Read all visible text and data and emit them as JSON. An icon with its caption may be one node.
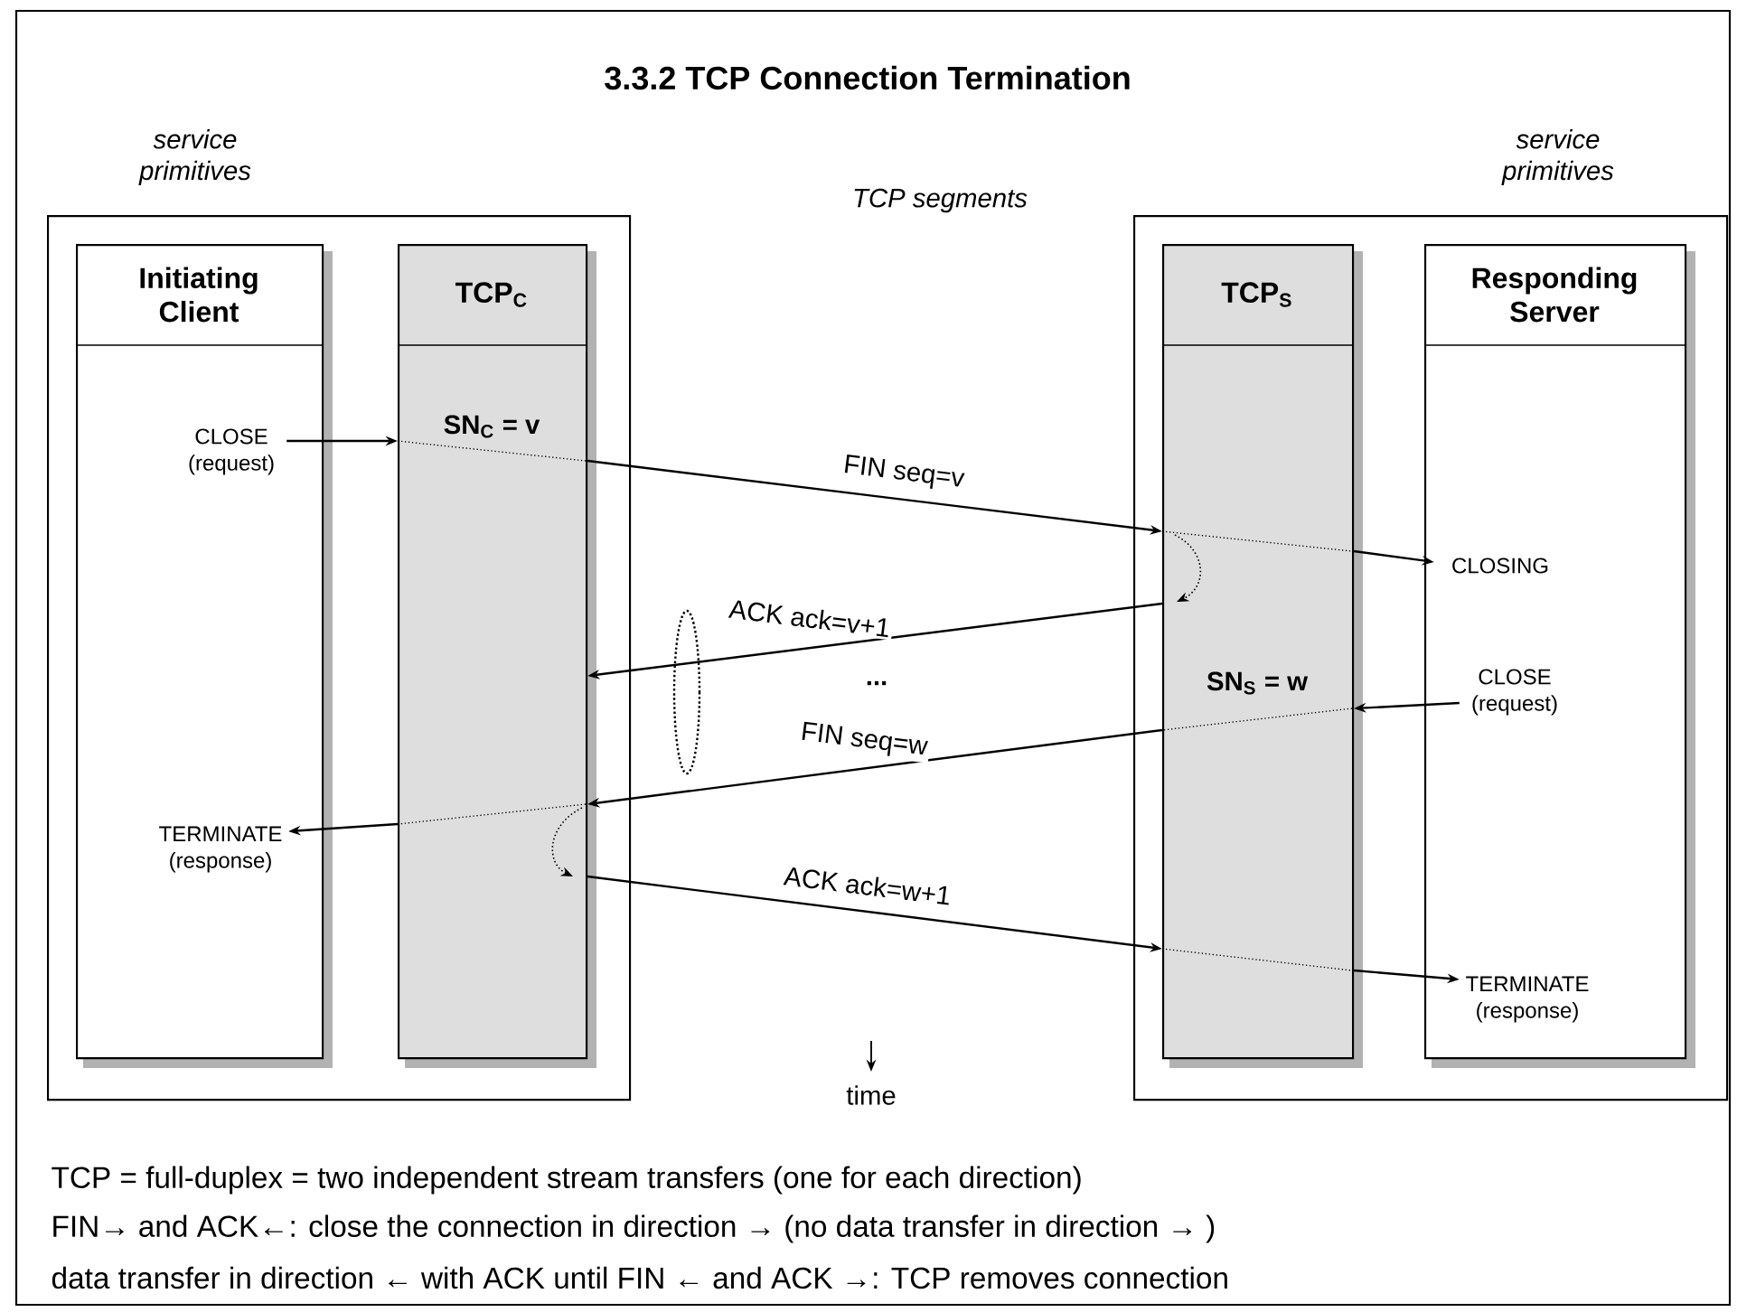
{
  "diagram": {
    "title": "3.3.2 TCP Connection Termination",
    "nodes": [
      {
        "text": [],
        "shape": "box"
      },
      {
        "text": [
          "Initiating Client"
        ],
        "in": 0
      },
      {
        "text": [
          "CLOSE (request)"
        ],
        "in": 1
      },
      {
        "text": [
          "TERMINATE (response)"
        ],
        "in": 1
      },
      {
        "text": [
          "TCP$_{C}$",
          "SN$_{C}$ = v"
        ],
        "in": 0
      },
      {
        "text": [],
        "shape": "box"
      },
      {
        "text": [
          "TCP$_{S}$",
          "SN$_{S}$ = w"
        ],
        "in": 5
      },
      {
        "text": [
          "Responding Server"
        ],
        "in": 5
      },
      {
        "text": [
          "CLOSING"
        ],
        "in": 7
      },
      {
        "text": [
          "CLOSE (request)"
        ],
        "in": 7
      },
      {
        "text": [
          "TERMINATE (response)"
        ],
        "in": 7
      }
    ],
    "edges": [
      {
        "from": 2,
        "to": 4,
        "arrow": "to"
      },
      {
        "from": 4,
        "to": 6,
        "arrow": "to",
        "label": "FIN seq=v"
      },
      {
        "from": 6,
        "to": 8,
        "arrow": "to"
      },
      {
        "from": 6,
        "to": 4,
        "arrow": "to",
        "label": "ACK ack=v+1"
      },
      {
        "from": 9,
        "to": 6,
        "arrow": "to"
      },
      {
        "from": 6,
        "to": 4,
        "arrow": "to",
        "label": "FIN seq=w"
      },
      {
        "from": 4,
        "to": 3,
        "arrow": "to"
      },
      {
        "from": 4,
        "to": 6,
        "arrow": "to",
        "label": "ACK ack=w+1"
      },
      {
        "from": 6,
        "to": 10,
        "arrow": "to"
      }
    ],
    "labels": [
      "service primitives",
      "service primitives",
      "TCP segments",
      "...",
      "time",
      "TCP = full-duplex = two independent stream transfers (one for each direction)",
      "FIN→ and ACK←: close the connection in direction → (no data transfer in direction → )",
      "data transfer in direction ← with ACK until FIN ← and ACK →: TCP removes connection"
    ]
  }
}
